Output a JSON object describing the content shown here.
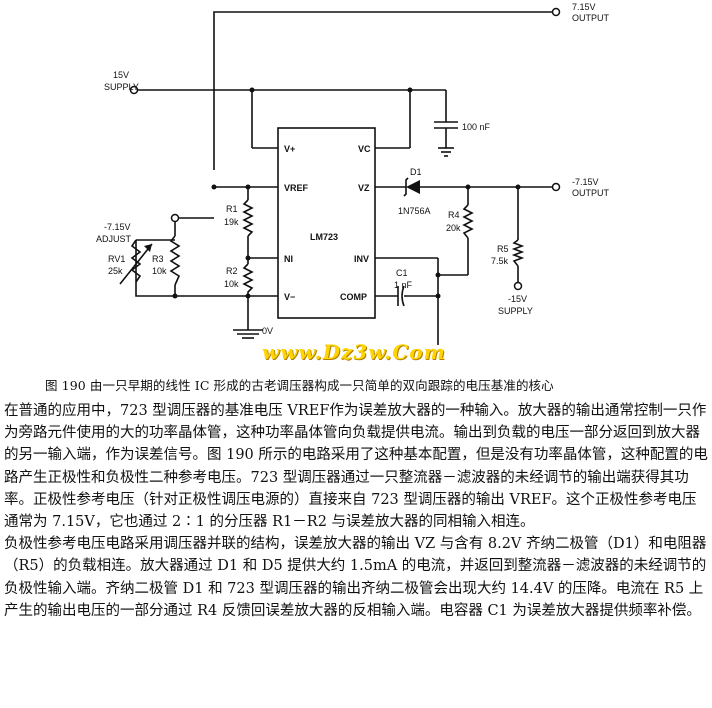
{
  "schematic": {
    "labels": {
      "out_pos_v": "7.15V",
      "out_pos": "OUTPUT",
      "supply_v": "15V",
      "supply": "SUPPLY",
      "cap_100nf": "100 nF",
      "pin_vplus": "V+",
      "pin_vc": "VC",
      "pin_vref": "VREF",
      "pin_vz": "VZ",
      "d1": "D1",
      "d1_part": "1N756A",
      "out_neg_v": "-7.15V",
      "out_neg": "OUTPUT",
      "r4": "R4",
      "r4_val": "20k",
      "r1": "R1",
      "r1_val": "19k",
      "ic": "LM723",
      "adj_v": "-7.15V",
      "adj": "ADJUST",
      "rv1": "RV1",
      "rv1_val": "25k",
      "r3": "R3",
      "r3_val": "10k",
      "r2": "R2",
      "r2_val": "10k",
      "pin_ni": "NI",
      "pin_inv": "INV",
      "c1": "C1",
      "c1_val": "1 nF",
      "r5": "R5",
      "r5_val": "7.5k",
      "neg_supply_v": "-15V",
      "neg_supply": "SUPPLY",
      "pin_vminus": "V−",
      "pin_comp": "COMP",
      "zero_v": "0V"
    },
    "watermark": "www.Dz3w.Com"
  },
  "caption": "图 190   由一只早期的线性 IC 形成的古老调压器构成一只简单的双向跟踪的电压基准的核心",
  "paragraphs": [
    "    在普通的应用中，723 型调压器的基准电压 VREF作为误差放大器的一种输入。放大器的输出通常控制一只作为旁路元件使用的大的功率晶体管，这种功率晶体管向负载提供电流。输出到负载的电压一部分返回到放大器的另一输入端，作为误差信号。图 190 所示的电路采用了这种基本配置，但是没有功率晶体管，这种配置的电路产生正极性和负极性二种参考电压。723 型调压器通过一只整流器－滤波器的未经调节的输出端获得其功率。正极性参考电压（针对正极性调压电源的）直接来自 723 型调压器的输出 VREF。这个正极性参考电压通常为 7.15V，它也通过 2∶1 的分压器 R1－R2 与误差放大器的同相输入相连。",
    "    负极性参考电压电路采用调压器并联的结构，误差放大器的输出 VZ 与含有 8.2V 齐纳二极管（D1）和电阻器（R5）的负载相连。放大器通过 D1 和 D5 提供大约 1.5mA 的电流，并返回到整流器－滤波器的未经调节的负极性输入端。齐纳二极管 D1 和 723 型调压器的输出齐纳二极管会出现大约 14.4V 的压降。电流在 R5 上产生的输出电压的一部分通过 R4 反馈回误差放大器的反相输入端。电容器 C1 为误差放大器提供频率补偿。"
  ]
}
